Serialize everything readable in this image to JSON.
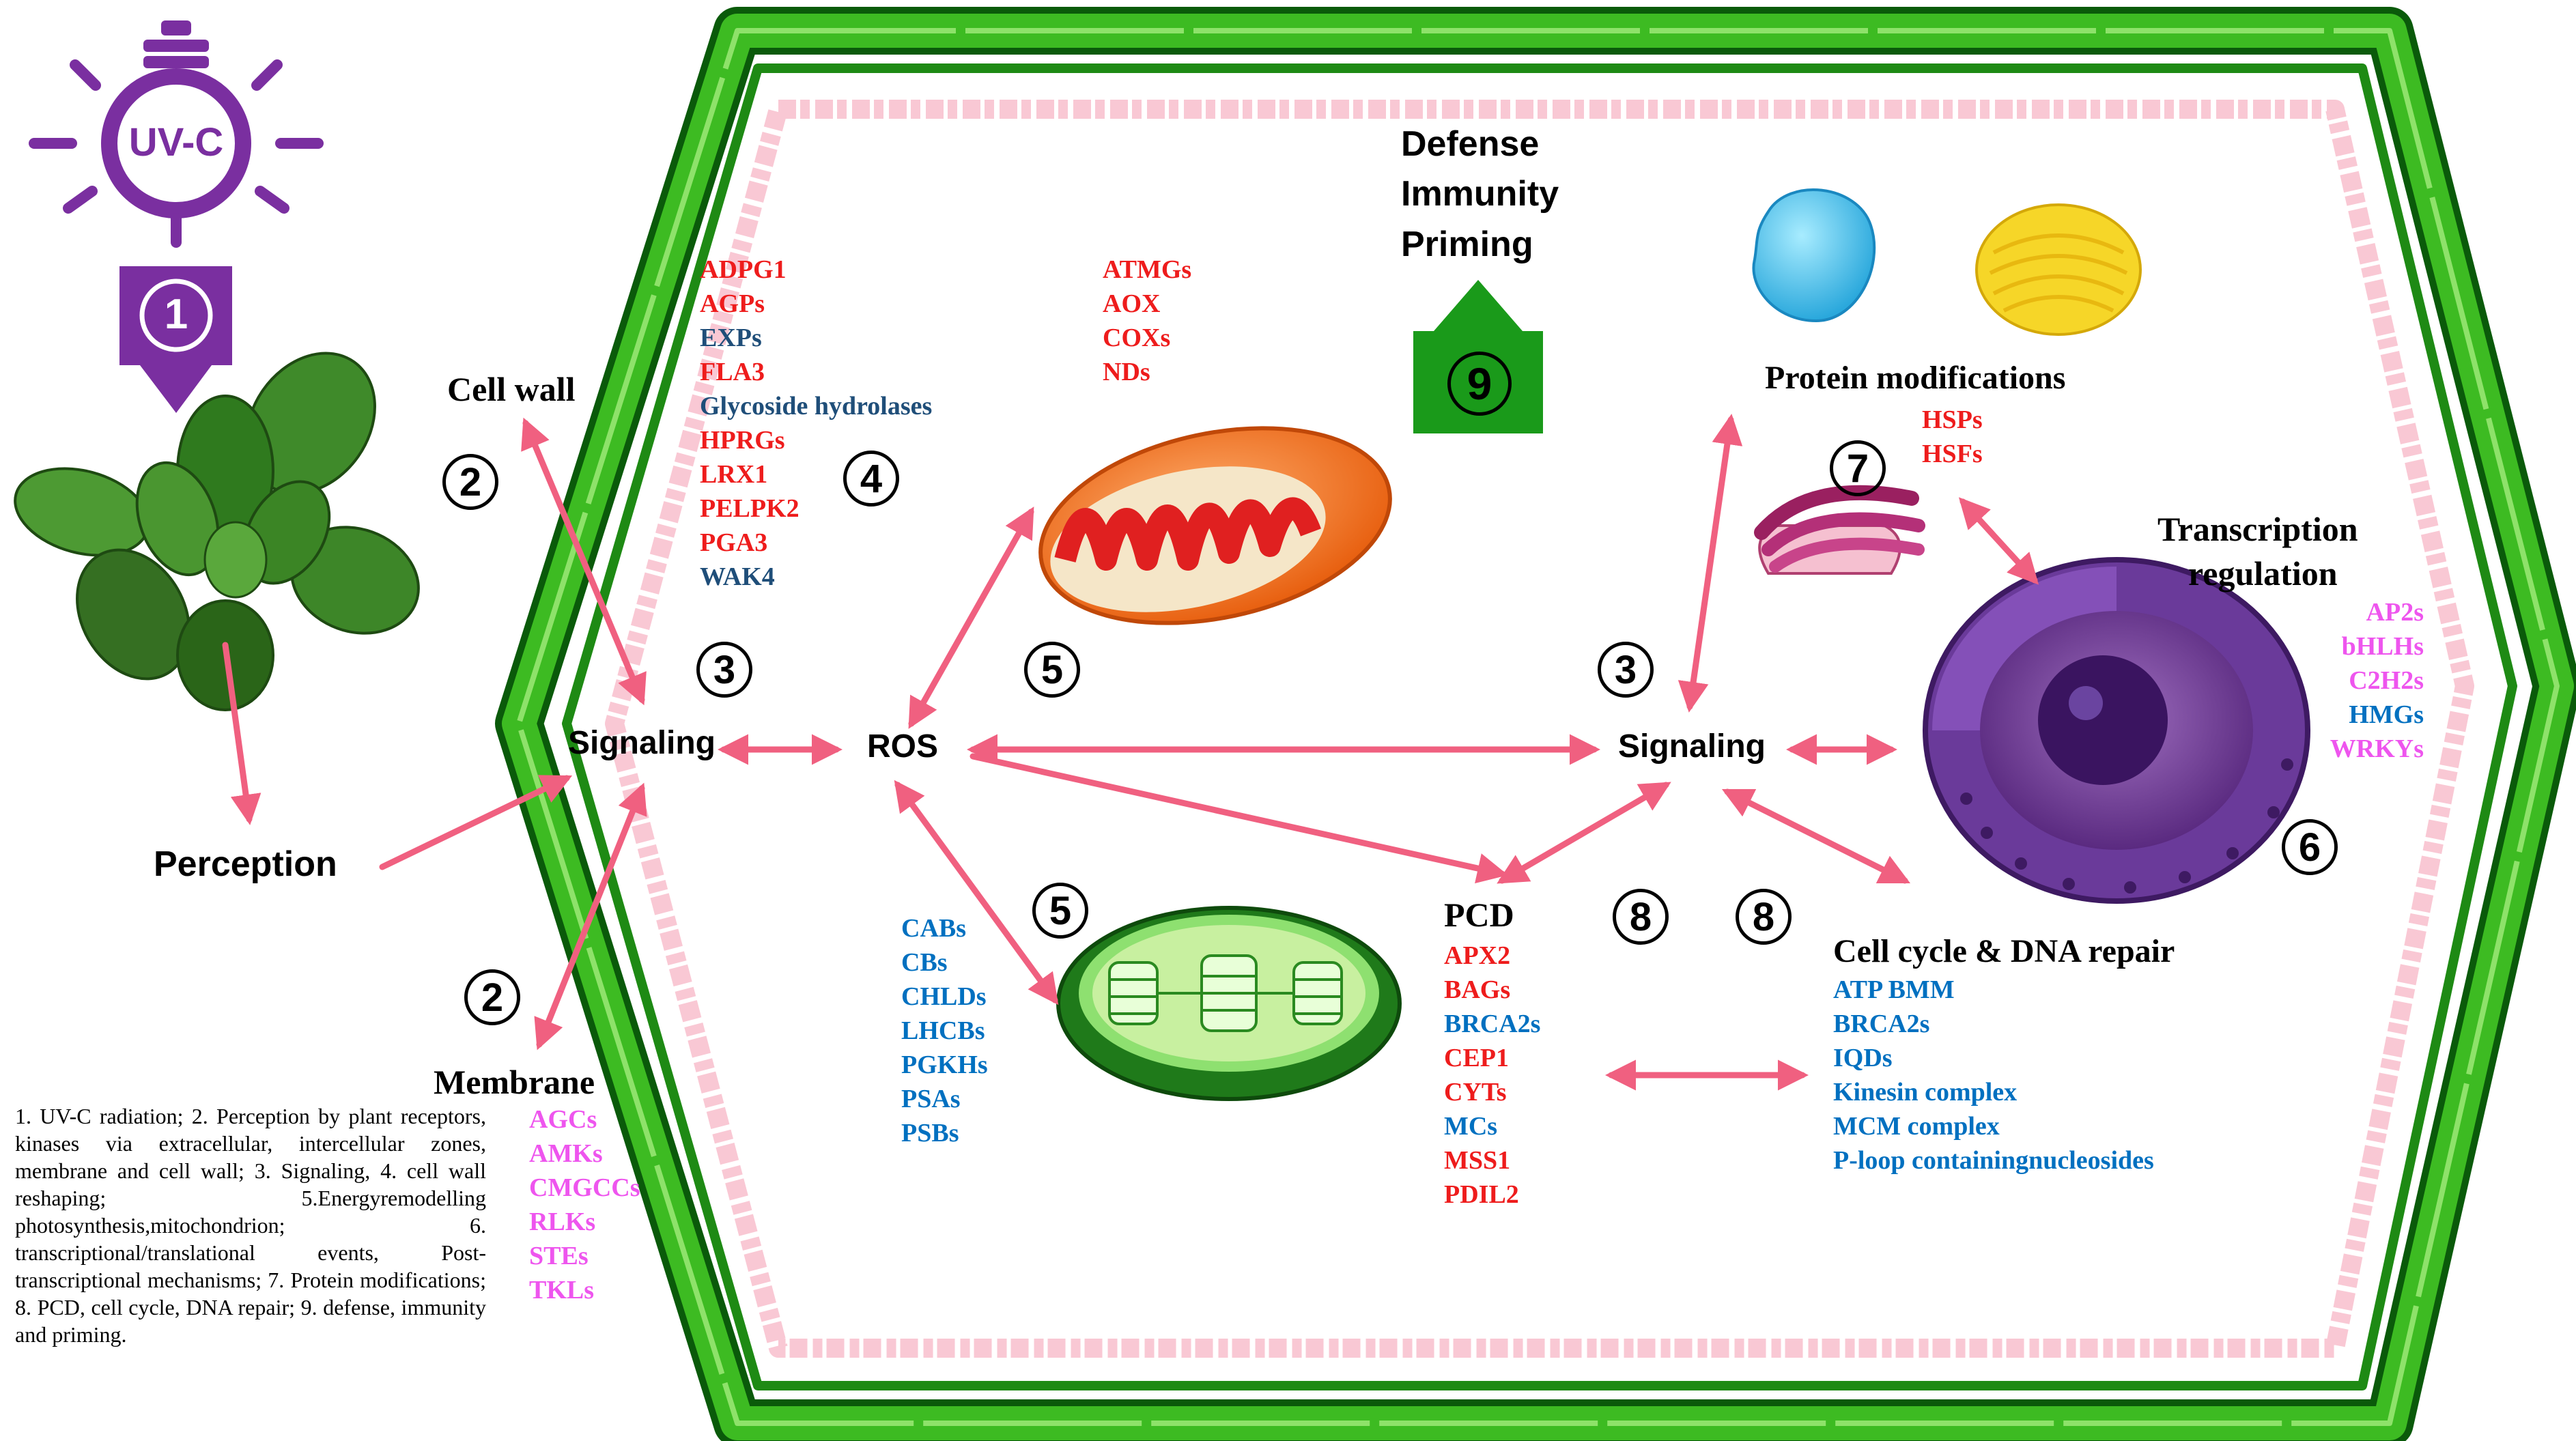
{
  "uv": {
    "label": "UV-C",
    "step": "1"
  },
  "steps": {
    "s2a": "2",
    "s2b": "2",
    "s3a": "3",
    "s3b": "3",
    "s4": "4",
    "s5a": "5",
    "s5b": "5",
    "s6": "6",
    "s7": "7",
    "s8a": "8",
    "s8b": "8",
    "s9": "9"
  },
  "labels": {
    "cell_wall": "Cell wall",
    "membrane": "Membrane",
    "perception": "Perception",
    "signaling_left": "Signaling",
    "ros": "ROS",
    "signaling_right": "Signaling",
    "defense": "Defense",
    "immunity": "Immunity",
    "priming": "Priming",
    "protein_modifications": "Protein modifications",
    "transcription_1": "Transcription",
    "transcription_2": "regulation",
    "pcd": "PCD",
    "cell_cycle": "Cell cycle & DNA repair"
  },
  "lists": {
    "cell_wall_genes": [
      {
        "text": "ADPG1",
        "color": "red"
      },
      {
        "text": "AGPs",
        "color": "red"
      },
      {
        "text": "EXPs",
        "color": "navy"
      },
      {
        "text": "FLA3",
        "color": "red"
      },
      {
        "text": "Glycoside hydrolases",
        "color": "navy"
      },
      {
        "text": "HPRGs",
        "color": "red"
      },
      {
        "text": "LRX1",
        "color": "red"
      },
      {
        "text": "PELPK2",
        "color": "red"
      },
      {
        "text": "PGA3",
        "color": "red"
      },
      {
        "text": "WAK4",
        "color": "navy"
      }
    ],
    "mito_genes": [
      {
        "text": "ATMGs",
        "color": "red"
      },
      {
        "text": "AOX",
        "color": "red"
      },
      {
        "text": "COXs",
        "color": "red"
      },
      {
        "text": "NDs",
        "color": "red"
      }
    ],
    "membrane_genes": [
      {
        "text": "AGCs",
        "color": "pink"
      },
      {
        "text": "AMKs",
        "color": "pink"
      },
      {
        "text": "CMGCCs",
        "color": "pink"
      },
      {
        "text": "RLKs",
        "color": "pink"
      },
      {
        "text": "STEs",
        "color": "pink"
      },
      {
        "text": "TKLs",
        "color": "pink"
      }
    ],
    "chloro_genes": [
      {
        "text": "CABs",
        "color": "blue"
      },
      {
        "text": "CBs",
        "color": "blue"
      },
      {
        "text": "CHLDs",
        "color": "blue"
      },
      {
        "text": "LHCBs",
        "color": "blue"
      },
      {
        "text": "PGKHs",
        "color": "blue"
      },
      {
        "text": "PSAs",
        "color": "blue"
      },
      {
        "text": "PSBs",
        "color": "blue"
      }
    ],
    "pcd_genes": [
      {
        "text": "APX2",
        "color": "red"
      },
      {
        "text": "BAGs",
        "color": "red"
      },
      {
        "text": "BRCA2s",
        "color": "blue"
      },
      {
        "text": "CEP1",
        "color": "red"
      },
      {
        "text": "CYTs",
        "color": "red"
      },
      {
        "text": "MCs",
        "color": "blue"
      },
      {
        "text": "MSS1",
        "color": "red"
      },
      {
        "text": "PDIL2",
        "color": "red"
      }
    ],
    "protein_genes": [
      {
        "text": "HSPs",
        "color": "red"
      },
      {
        "text": "HSFs",
        "color": "red"
      }
    ],
    "tf_genes": [
      {
        "text": "AP2s",
        "color": "pink"
      },
      {
        "text": "bHLHs",
        "color": "pink"
      },
      {
        "text": "C2H2s",
        "color": "pink"
      },
      {
        "text": "HMGs",
        "color": "blue"
      },
      {
        "text": "WRKYs",
        "color": "pink"
      }
    ],
    "cellcycle_genes": [
      {
        "text": "ATP BMM",
        "color": "blue"
      },
      {
        "text": "BRCA2s",
        "color": "blue"
      },
      {
        "text": "IQDs",
        "color": "blue"
      },
      {
        "text": "Kinesin complex",
        "color": "blue"
      },
      {
        "text": "MCM complex",
        "color": "blue"
      },
      {
        "text": "P-loop containingnucleosides",
        "color": "blue"
      }
    ]
  },
  "legend": "1. UV-C radiation; 2. Perception by plant receptors, kinases via extracellular, intercellular zones, membrane and cell wall; 3. Signaling, 4. cell wall reshaping; 5.Energyremodelling photosynthesis,mitochondrion; 6. transcriptional/translational events, Post-transcriptional mechanisms; 7. Protein modifications; 8. PCD, cell cycle, DNA repair; 9. defense, immunity and priming.",
  "colors": {
    "arrow": "#f06080",
    "uv": "#7a2fa0",
    "wall": "#2e9a1c",
    "wall_dark": "#0a5a0a",
    "defense": "#1a9a1a"
  }
}
